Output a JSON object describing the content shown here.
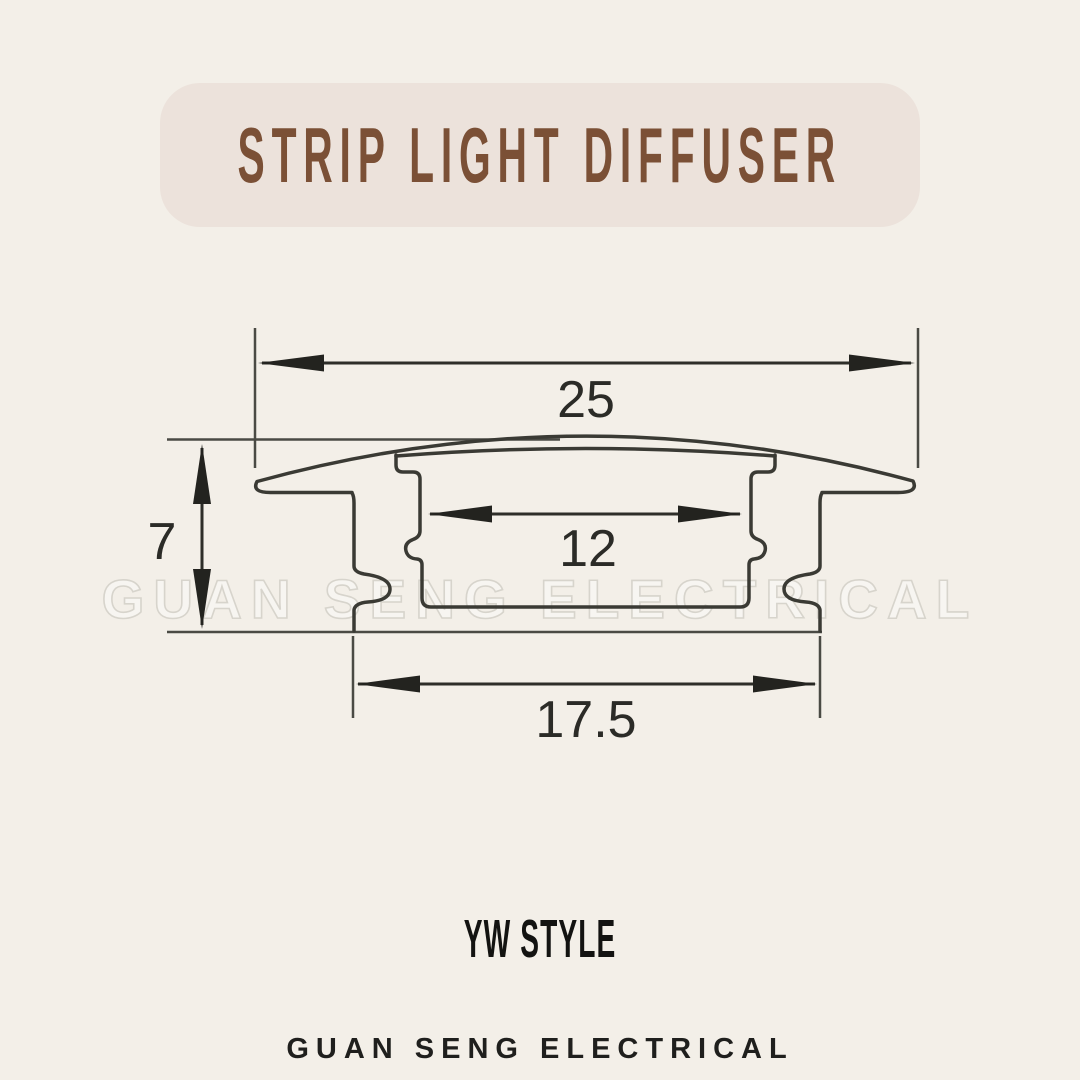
{
  "page": {
    "bg_color": "#f3efe8"
  },
  "banner": {
    "title": "STRIP LIGHT DIFFUSER",
    "bg_color": "#ece2db",
    "text_color": "#7b5036"
  },
  "diagram": {
    "type": "technical-drawing",
    "subject": "Recessed LED strip light diffuser aluminium profile cross-section",
    "watermark": "GUAN SENG ELECTRICAL",
    "line_color": "#3a3a34",
    "dimensions": {
      "overall_width": "25",
      "height": "7",
      "inner_width": "12",
      "base_width": "17.5"
    }
  },
  "style_name": "YW STYLE",
  "footer": {
    "brand": "GUAN SENG ELECTRICAL"
  }
}
